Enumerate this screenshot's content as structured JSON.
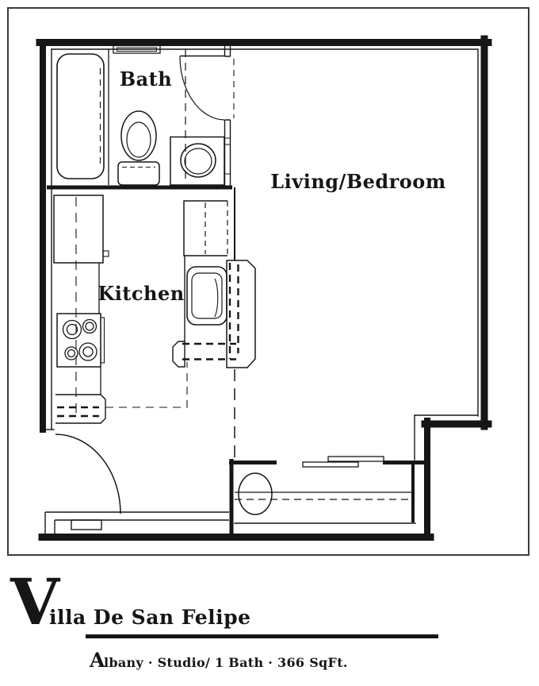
{
  "plan": {
    "rooms": {
      "bath": "Bath",
      "kitchen": "Kitchen",
      "living": "Living/Bedroom"
    },
    "fixtures": [
      "bathtub",
      "toilet",
      "vanity-sink",
      "refrigerator",
      "stove",
      "kitchen-sink",
      "bar-counter",
      "water-heater",
      "closet-shelf-rod",
      "sliding-closet-doors",
      "entry-door",
      "bath-door",
      "bath-window"
    ]
  },
  "footer": {
    "title_initial": "V",
    "title_rest": "illa De San Felipe",
    "tagline_initial": "A",
    "tagline_rest": "lbany · Studio/ 1 Bath · 366 SqFt."
  },
  "colors": {
    "line": "#161616",
    "background": "#ffffff"
  }
}
